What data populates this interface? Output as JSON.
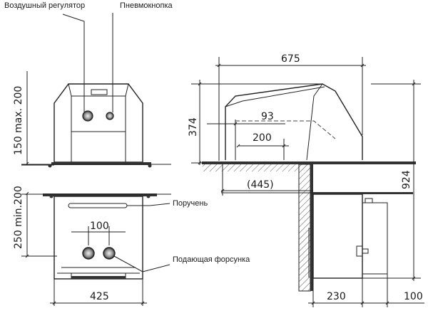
{
  "labels": {
    "air_regulator": "Воздушный регулятор",
    "pneumo_button": "Пневмокнопка",
    "handrail": "Поручень",
    "feed_nozzle": "Подающая форсунка"
  },
  "dimensions": {
    "top_height": "150 max. 200",
    "lower_height": "250 min.200",
    "nozzle_spacing": "100",
    "front_width": "425",
    "total_length": "675",
    "d374": "374",
    "d93": "93",
    "d200": "200",
    "d445": "(445)",
    "d924": "924",
    "d230": "230",
    "d100": "100"
  }
}
